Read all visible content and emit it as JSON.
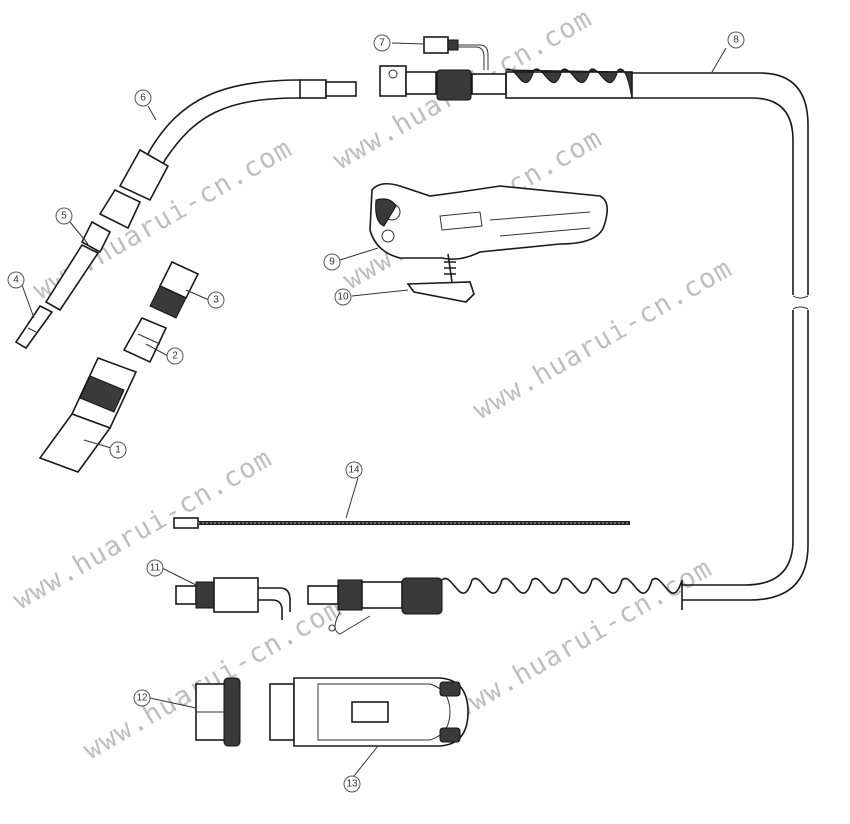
{
  "diagram": {
    "callouts": [
      {
        "id": "c1",
        "label": "1"
      },
      {
        "id": "c2",
        "label": "2"
      },
      {
        "id": "c3",
        "label": "3"
      },
      {
        "id": "c4",
        "label": "4"
      },
      {
        "id": "c5",
        "label": "5"
      },
      {
        "id": "c6",
        "label": "6"
      },
      {
        "id": "c7",
        "label": "7"
      },
      {
        "id": "c8",
        "label": "8"
      },
      {
        "id": "c9",
        "label": "9"
      },
      {
        "id": "c10",
        "label": "10"
      },
      {
        "id": "c11",
        "label": "11"
      },
      {
        "id": "c12",
        "label": "12"
      },
      {
        "id": "c13",
        "label": "13"
      },
      {
        "id": "c14",
        "label": "14"
      }
    ],
    "watermark": "www.huarui-cn.com"
  }
}
